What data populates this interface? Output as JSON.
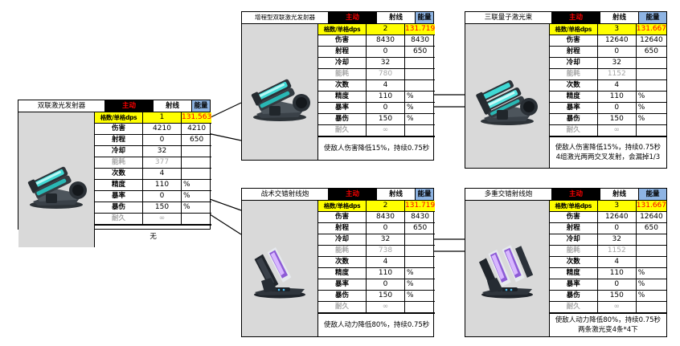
{
  "columns": {
    "active": "主动",
    "beam": "射线",
    "energy": "能量"
  },
  "stat_labels": {
    "dps": "格数/单格dps",
    "damage": "伤害",
    "range": "射程",
    "cooldown": "冷却",
    "energy_cost": "能耗",
    "count": "次数",
    "accuracy": "精度",
    "crit_rate": "暴率",
    "crit_damage": "暴伤",
    "durability": "耐久"
  },
  "units": {
    "percent": "%",
    "infinity": "∞",
    "empty": ""
  },
  "colors": {
    "header_active_bg": "#000000",
    "header_active_text": "#ff0000",
    "header_energy_bg": "#8eb4e3",
    "dps_highlight_bg": "#ffff00",
    "dps_energy_text": "#ff0000",
    "image_pane_bg": "#d9d9d9",
    "muted_text": "#a6a6a6"
  },
  "cards": [
    {
      "id": "dual-laser-emitter",
      "name": "双联激光发射器",
      "turret_kind": "cyan",
      "rows": [
        {
          "label": "格数/单格dps",
          "beam": "1",
          "energy": "131.563",
          "highlight": true
        },
        {
          "label": "伤害",
          "beam": "4210",
          "energy": "4210"
        },
        {
          "label": "射程",
          "beam": "0",
          "energy": "650"
        },
        {
          "label": "冷却",
          "beam": "32",
          "energy": ""
        },
        {
          "label": "能耗",
          "beam": "377",
          "energy": "",
          "muted": true
        },
        {
          "label": "次数",
          "beam": "4",
          "energy": ""
        },
        {
          "label": "精度",
          "beam": "110",
          "energy": "%"
        },
        {
          "label": "暴率",
          "beam": "0",
          "energy": "%"
        },
        {
          "label": "暴伤",
          "beam": "150",
          "energy": "%"
        },
        {
          "label": "耐久",
          "beam": "∞",
          "energy": "",
          "muted": true
        }
      ],
      "note": [
        "无"
      ]
    },
    {
      "id": "enhanced-dual-laser-emitter",
      "name": "增程型双联激光发射器",
      "turret_kind": "cyan",
      "rows": [
        {
          "label": "格数/单格dps",
          "beam": "2",
          "energy": "131.719",
          "highlight": true
        },
        {
          "label": "伤害",
          "beam": "8430",
          "energy": "8430"
        },
        {
          "label": "射程",
          "beam": "0",
          "energy": "650"
        },
        {
          "label": "冷却",
          "beam": "32",
          "energy": ""
        },
        {
          "label": "能耗",
          "beam": "780",
          "energy": "",
          "muted": true
        },
        {
          "label": "次数",
          "beam": "4",
          "energy": ""
        },
        {
          "label": "精度",
          "beam": "110",
          "energy": "%"
        },
        {
          "label": "暴率",
          "beam": "0",
          "energy": "%"
        },
        {
          "label": "暴伤",
          "beam": "150",
          "energy": "%"
        },
        {
          "label": "耐久",
          "beam": "∞",
          "energy": "",
          "muted": true
        }
      ],
      "note": [
        "使敌人伤害降低15%，持续0.75秒"
      ]
    },
    {
      "id": "triple-quantum-laser-beam",
      "name": "三联量子激光束",
      "turret_kind": "cyan",
      "rows": [
        {
          "label": "格数/单格dps",
          "beam": "3",
          "energy": "131.667",
          "highlight": true
        },
        {
          "label": "伤害",
          "beam": "12640",
          "energy": "12640"
        },
        {
          "label": "射程",
          "beam": "0",
          "energy": "650"
        },
        {
          "label": "冷却",
          "beam": "32",
          "energy": ""
        },
        {
          "label": "能耗",
          "beam": "1152",
          "energy": "",
          "muted": true
        },
        {
          "label": "次数",
          "beam": "4",
          "energy": ""
        },
        {
          "label": "精度",
          "beam": "110",
          "energy": "%"
        },
        {
          "label": "暴率",
          "beam": "0",
          "energy": "%"
        },
        {
          "label": "暴伤",
          "beam": "150",
          "energy": "%"
        },
        {
          "label": "耐久",
          "beam": "∞",
          "energy": "",
          "muted": true
        }
      ],
      "note": [
        "使敌人伤害降低15%，持续0.75秒",
        "4组激光两两交叉发射，会漏掉1/3"
      ]
    },
    {
      "id": "tactical-staggered-ray-cannon",
      "name": "战术交错射线炮",
      "turret_kind": "purple",
      "rows": [
        {
          "label": "格数/单格dps",
          "beam": "2",
          "energy": "131.719",
          "highlight": true
        },
        {
          "label": "伤害",
          "beam": "8430",
          "energy": "8430"
        },
        {
          "label": "射程",
          "beam": "0",
          "energy": "650"
        },
        {
          "label": "冷却",
          "beam": "32",
          "energy": ""
        },
        {
          "label": "能耗",
          "beam": "738",
          "energy": "",
          "muted": true
        },
        {
          "label": "次数",
          "beam": "4",
          "energy": ""
        },
        {
          "label": "精度",
          "beam": "110",
          "energy": "%"
        },
        {
          "label": "暴率",
          "beam": "0",
          "energy": "%"
        },
        {
          "label": "暴伤",
          "beam": "150",
          "energy": "%"
        },
        {
          "label": "耐久",
          "beam": "∞",
          "energy": "",
          "muted": true
        }
      ],
      "note": [
        "使敌人动力降低80%，持续0.75秒"
      ]
    },
    {
      "id": "multi-staggered-ray-cannon",
      "name": "多重交错射线炮",
      "turret_kind": "purple",
      "rows": [
        {
          "label": "格数/单格dps",
          "beam": "3",
          "energy": "131.667",
          "highlight": true
        },
        {
          "label": "伤害",
          "beam": "12640",
          "energy": "12640"
        },
        {
          "label": "射程",
          "beam": "0",
          "energy": "650"
        },
        {
          "label": "冷却",
          "beam": "32",
          "energy": ""
        },
        {
          "label": "能耗",
          "beam": "1152",
          "energy": "",
          "muted": true
        },
        {
          "label": "次数",
          "beam": "4",
          "energy": ""
        },
        {
          "label": "精度",
          "beam": "110",
          "energy": "%"
        },
        {
          "label": "暴率",
          "beam": "0",
          "energy": "%"
        },
        {
          "label": "暴伤",
          "beam": "150",
          "energy": "%"
        },
        {
          "label": "耐久",
          "beam": "∞",
          "energy": "",
          "muted": true
        }
      ],
      "note": [
        "使敌人动力降低80%，持续0.75秒",
        "两条激光变4条*4下"
      ]
    }
  ]
}
